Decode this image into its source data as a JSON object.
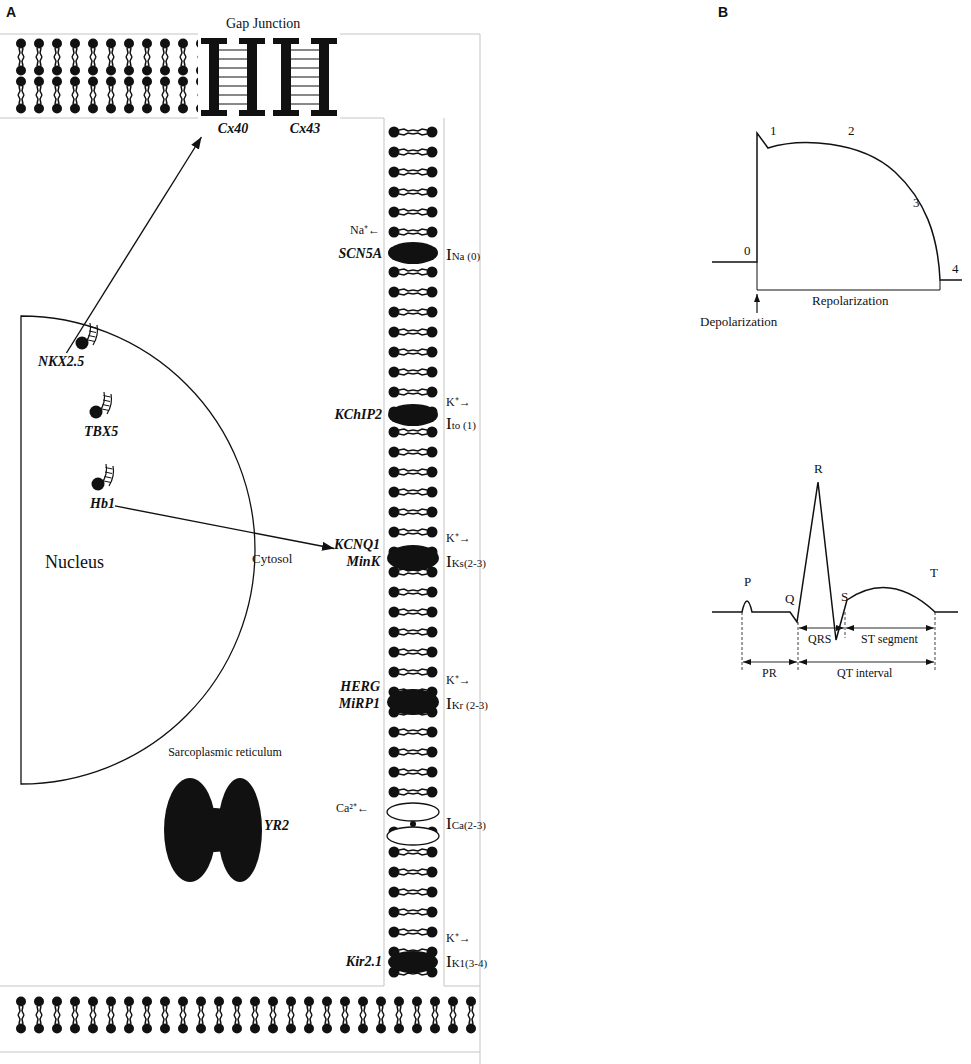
{
  "diagram": {
    "nodes": [
      {
        "text": [
          "Cx40"
        ]
      },
      {
        "text": [
          "Cx43"
        ]
      },
      {
        "text": [
          "Nucleus"
        ]
      },
      {
        "text": [
          "NKX2.5"
        ],
        "in": 2
      },
      {
        "text": [
          "TBX5"
        ],
        "in": 2
      },
      {
        "text": [
          "Hb1"
        ],
        "in": 2
      },
      {
        "text": [
          "SCN5A"
        ]
      },
      {
        "text": [
          "KChIP2"
        ]
      },
      {
        "text": [
          "KCNQ1",
          "MinK"
        ]
      },
      {
        "text": [
          "HERG",
          "MiRP1"
        ]
      },
      {
        "text": [
          "Sarcoplasmic reticulum",
          "YR2"
        ]
      },
      {
        "text": [
          "Kir2.1"
        ]
      }
    ],
    "edges": [
      {
        "from": 3,
        "to": 0,
        "arrow": "to"
      },
      {
        "from": 5,
        "to": 8,
        "arrow": "to"
      }
    ],
    "labels": [
      "A",
      "B",
      "Gap Junction",
      "Cytosol",
      "Na⁺←",
      "INa (0)",
      "K⁺→",
      "Ito (1)",
      "K⁺→",
      "IKs(2-3)",
      "K⁺→",
      "IKr (2-3)",
      "Ca²⁺←",
      "ICa(2-3)",
      "K⁺→",
      "IK1(3-4)",
      "1",
      "2",
      "3",
      "0",
      "4",
      "Repolarization",
      "Depolarization",
      "R",
      "P",
      "Q",
      "S",
      "T",
      "QRS",
      "ST segment",
      "PR",
      "QT interval"
    ]
  }
}
